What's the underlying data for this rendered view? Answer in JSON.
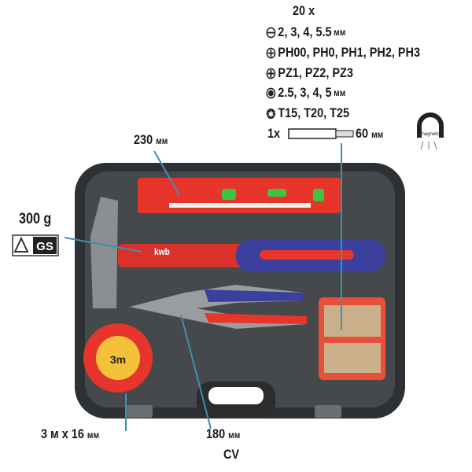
{
  "bits": {
    "count": "20 x",
    "rows": [
      {
        "icon": "slotted-icon",
        "text": "2, 3, 4, 5.5",
        "unit": "мм"
      },
      {
        "icon": "phillips-icon",
        "text": "PH00, PH0, PH1, PH2, PH3",
        "unit": ""
      },
      {
        "icon": "pozidriv-icon",
        "text": "PZ1, PZ2, PZ3",
        "unit": ""
      },
      {
        "icon": "hex-icon",
        "text": "2.5, 3, 4, 5",
        "unit": "мм"
      },
      {
        "icon": "torx-icon",
        "text": "T15, T20, T25",
        "unit": ""
      }
    ],
    "holder_count": "1x",
    "holder_length": "60",
    "holder_unit": "мм",
    "magnetic_label": "magnetic"
  },
  "level": {
    "length": "230",
    "unit": "мм"
  },
  "hammer": {
    "weight": "300 g",
    "brand": "kwb"
  },
  "certification": {
    "gs": "GS"
  },
  "tape": {
    "spec": "3 м x 16",
    "unit": "мм",
    "face": "3m"
  },
  "pliers": {
    "length": "180",
    "unit": "мм",
    "material": "CV"
  },
  "colors": {
    "case": "#3a3d3f",
    "red": "#e8352b",
    "blue": "#3b3f9e",
    "leader": "#3f8fb3"
  }
}
